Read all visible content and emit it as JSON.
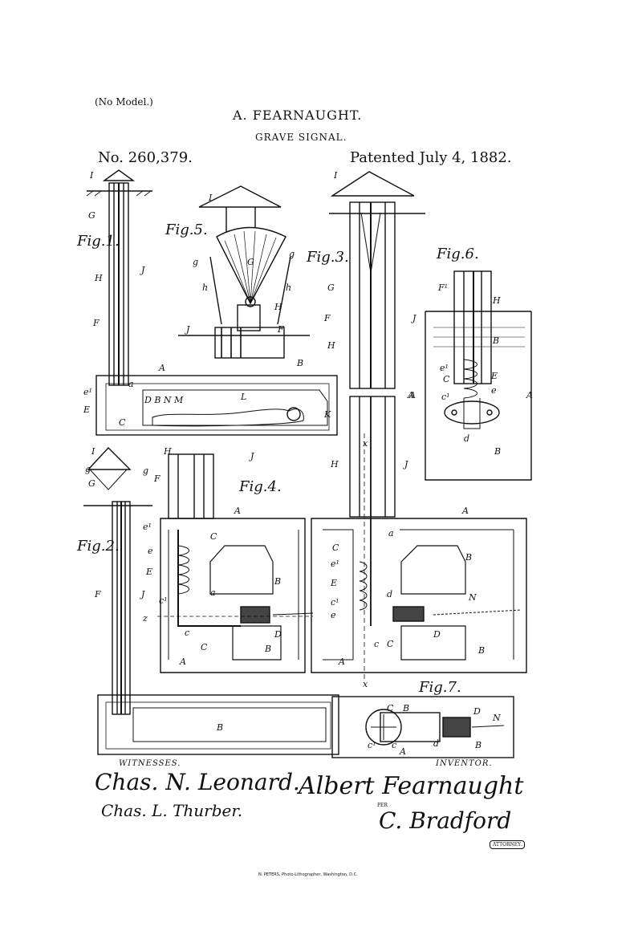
{
  "header": {
    "no_model": "(No Model.)",
    "patentee": "A. FEARNAUGHT.",
    "title": "GRAVE SIGNAL.",
    "number": "No. 260,379.",
    "patented": "Patented July 4, 1882."
  },
  "figures": {
    "fig1": "Fig.1.",
    "fig2": "Fig.2.",
    "fig3": "Fig.3.",
    "fig4": "Fig.4.",
    "fig5": "Fig.5.",
    "fig6": "Fig.6.",
    "fig7": "Fig.7."
  },
  "footer": {
    "witnesses_label": "WITNESSES.",
    "inventor_label": "INVENTOR.",
    "witness_1": "Chas. N. Leonard.",
    "witness_2": "Chas. L. Thurber.",
    "inventor": "Albert Fearnaught",
    "per": "PER",
    "attorney_name": "C. Bradford",
    "attorney_label": "ATTORNEY.",
    "printer": "N. PETERS, Photo-Lithographer, Washington, D.C."
  }
}
